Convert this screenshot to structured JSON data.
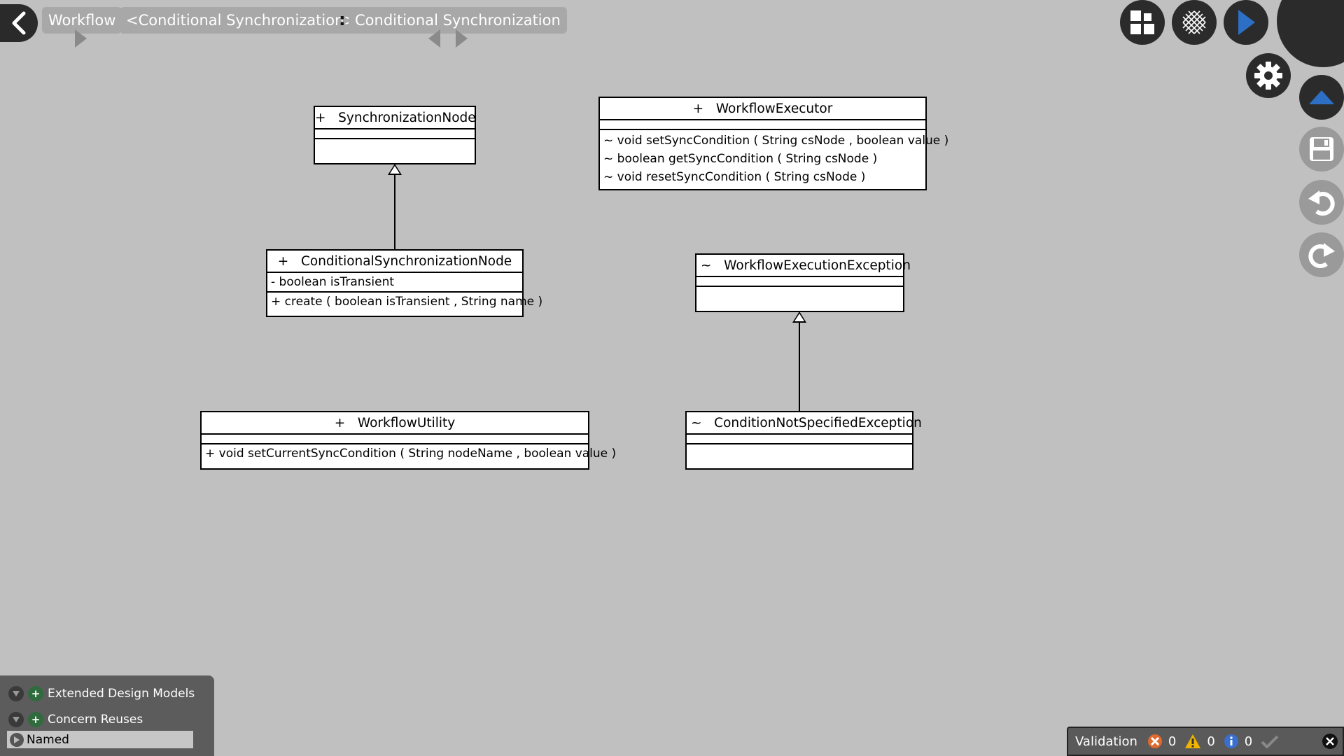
{
  "breadcrumb": {
    "items": [
      "Workflow",
      "<Conditional Synchronization>",
      "Conditional Synchronization"
    ],
    "separator": ":"
  },
  "toolbar": {
    "icons": [
      "dashboard-icon",
      "grid-pattern-icon",
      "play-icon",
      "settings-icon",
      "collapse-up-icon",
      "save-icon",
      "undo-icon",
      "redo-icon"
    ]
  },
  "classes": {
    "sync_node": {
      "visibility": "+",
      "name": "SynchronizationNode",
      "attributes": [],
      "operations": []
    },
    "cond_sync_node": {
      "visibility": "+",
      "name": "ConditionalSynchronizationNode",
      "attributes": [
        "- boolean isTransient"
      ],
      "operations": [
        "+ create ( boolean isTransient , String name )"
      ]
    },
    "workflow_executor": {
      "visibility": "+",
      "name": "WorkflowExecutor",
      "attributes": [],
      "operations": [
        "~ void setSyncCondition ( String csNode , boolean value )",
        "~ boolean getSyncCondition ( String csNode )",
        "~ void resetSyncCondition ( String csNode )"
      ]
    },
    "workflow_exec_exception": {
      "visibility": "~",
      "name": "WorkflowExecutionException",
      "attributes": [],
      "operations": []
    },
    "workflow_utility": {
      "visibility": "+",
      "name": "WorkflowUtility",
      "attributes": [],
      "operations": [
        "+ void setCurrentSyncCondition ( String nodeName , boolean value )"
      ]
    },
    "cond_not_specified": {
      "visibility": "~",
      "name": "ConditionNotSpecifiedException",
      "attributes": [],
      "operations": []
    }
  },
  "panel": {
    "items": [
      "Extended Design Models",
      "Concern Reuses"
    ],
    "named_label": "Named"
  },
  "validation": {
    "label": "Validation",
    "errors": "0",
    "warnings": "0",
    "infos": "0"
  },
  "colors": {
    "canvas": "#c0c0c0",
    "button_dark": "#2b2b2b",
    "button_grey": "#9a9a9a",
    "accent_blue": "#2d6fc4"
  }
}
